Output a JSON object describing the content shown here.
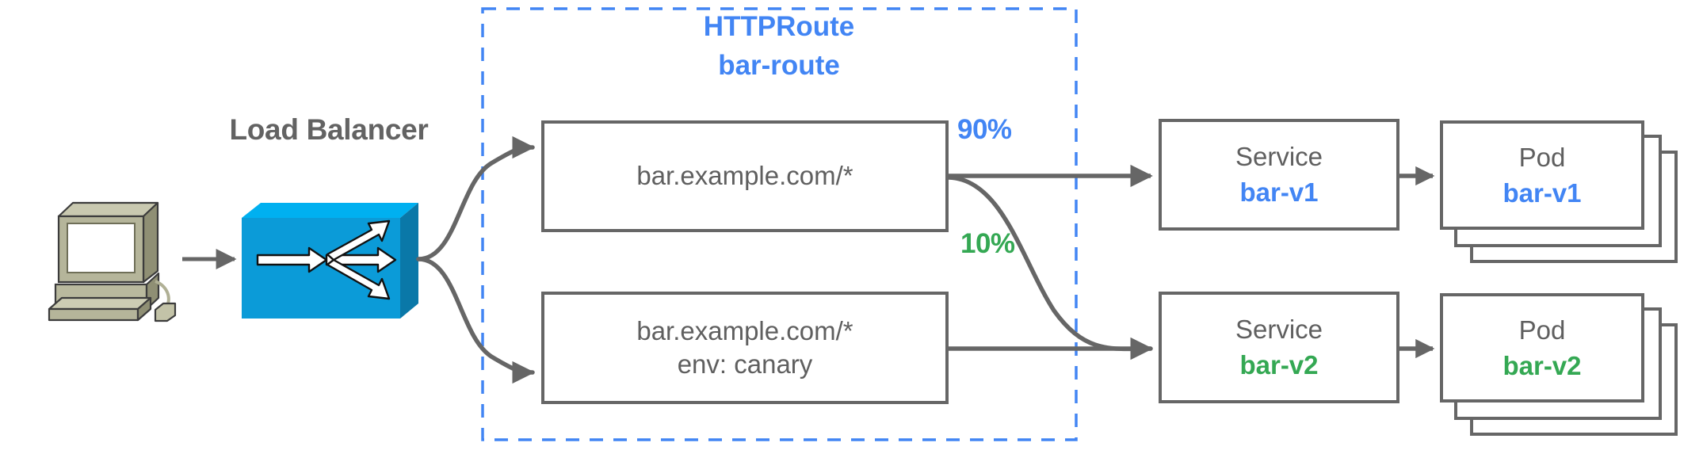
{
  "diagram": {
    "title": "HTTPRoute traffic split diagram",
    "colors": {
      "blue": "#4285f4",
      "green": "#34a853",
      "gray": "#666666",
      "text_gray": "#5f5f5f",
      "lb_blue": "#0b9bd8",
      "lb_blue_dark": "#0a7bb0",
      "lb_blue_top": "#00b0f0",
      "computer_body": "#a9a98c",
      "computer_light": "#c3c3a8",
      "computer_dark": "#8f8f74"
    }
  },
  "client": {
    "icon": "desktop-computer-icon"
  },
  "load_balancer": {
    "label": "Load Balancer",
    "icon": "load-balancer-switch-icon"
  },
  "httproute": {
    "kind": "HTTPRoute",
    "name": "bar-route"
  },
  "rules": [
    {
      "id": "rule-1",
      "lines": [
        "bar.example.com/*"
      ],
      "weight_label": "90%",
      "weight_color": "#4285f4"
    },
    {
      "id": "rule-2",
      "lines": [
        "bar.example.com/*",
        "env: canary"
      ],
      "weight_label": "10%",
      "weight_color": "#34a853"
    }
  ],
  "backends": [
    {
      "service": {
        "kind": "Service",
        "name": "bar-v1",
        "color": "blue"
      },
      "pod": {
        "kind": "Pod",
        "name": "bar-v1",
        "color": "blue",
        "replicas": 3
      }
    },
    {
      "service": {
        "kind": "Service",
        "name": "bar-v2",
        "color": "green"
      },
      "pod": {
        "kind": "Pod",
        "name": "bar-v2",
        "color": "green",
        "replicas": 3
      }
    }
  ]
}
